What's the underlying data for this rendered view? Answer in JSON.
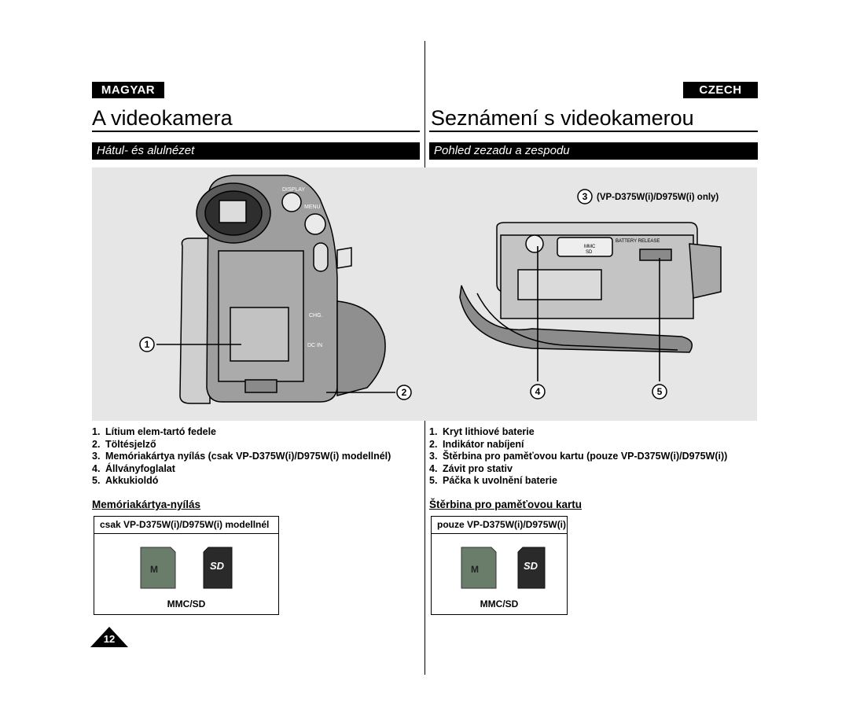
{
  "left": {
    "language": "MAGYAR",
    "title": "A videokamera",
    "section": "Hátul- és alulnézet",
    "items": [
      {
        "num": "1.",
        "text": "Lítium elem-tartó fedele"
      },
      {
        "num": "2.",
        "text": "Töltésjelző"
      },
      {
        "num": "3.",
        "text": "Memóriakártya nyílás (csak VP-D375W(i)/D975W(i) modellnél)"
      },
      {
        "num": "4.",
        "text": "Állványfoglalat"
      },
      {
        "num": "5.",
        "text": "Akkukioldó"
      }
    ],
    "card_heading": "Memóriakártya-nyílás",
    "card_caption": "csak VP-D375W(i)/D975W(i) modellnél",
    "card_label": "MMC/SD"
  },
  "right": {
    "language": "CZECH",
    "title": "Seznámení s videokamerou",
    "section": "Pohled zezadu a zespodu",
    "items": [
      {
        "num": "1.",
        "text": "Kryt lithiové baterie"
      },
      {
        "num": "2.",
        "text": "Indikátor nabíjení"
      },
      {
        "num": "3.",
        "text": "Štěrbina pro paměťovou kartu (pouze VP-D375W(i)/D975W(i))"
      },
      {
        "num": "4.",
        "text": "Závit pro stativ"
      },
      {
        "num": "5.",
        "text": "Páčka k uvolnění baterie"
      }
    ],
    "card_heading": "Štěrbina pro paměťovou kartu",
    "card_caption": "pouze VP-D375W(i)/D975W(i)",
    "card_label": "MMC/SD"
  },
  "figure": {
    "callout_1": "1",
    "callout_2": "2",
    "callout_3": "3",
    "callout_3_note": "(VP-D375W(i)/D975W(i) only)",
    "callout_4": "4",
    "callout_5": "5",
    "label_display": "DISPLAY",
    "label_menu": "MENU",
    "label_chg": "CHG.",
    "label_dc_in": "DC IN",
    "label_battery_release": "BATTERY RELEASE",
    "label_mmc": "MMC",
    "label_sd": "SD"
  },
  "page_number": "12"
}
